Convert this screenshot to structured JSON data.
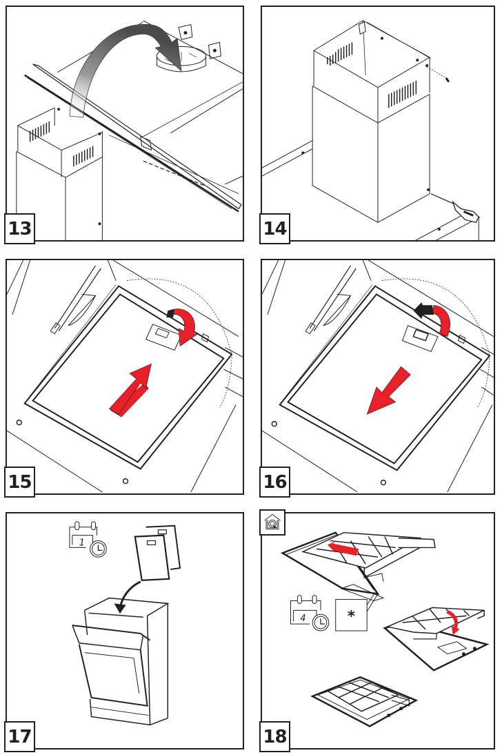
{
  "document": {
    "type": "installation instruction figure sheet",
    "steps": [
      {
        "number": "13",
        "description_icons": [
          "curved-arrow-icon"
        ]
      },
      {
        "number": "14",
        "description_icons": [
          "screwdriver-icon"
        ]
      },
      {
        "number": "15",
        "description_icons": [
          "push-up-arrow-icon",
          "rotate-clockwise-arrow-icon"
        ]
      },
      {
        "number": "16",
        "description_icons": [
          "pull-down-arrow-icon",
          "rotate-counterclockwise-arrow-icon"
        ]
      },
      {
        "number": "17",
        "calendar_value": "1",
        "description_icons": [
          "calendar-clock-icon",
          "dishwasher-icon"
        ]
      },
      {
        "number": "18",
        "calendar_value": "4",
        "note_symbol": "*",
        "description_icons": [
          "recirculation-mode-icon",
          "calendar-clock-icon",
          "carbon-filter-icon"
        ]
      }
    ]
  },
  "colors": {
    "line": "#231f20",
    "arrow_red": "#e8202a",
    "arrow_gray": "#6d6d6d"
  }
}
